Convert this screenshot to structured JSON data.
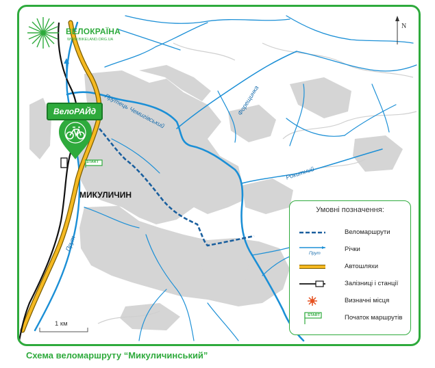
{
  "map": {
    "logo_brand": "ВЕЛОКРАЇНА",
    "logo_url": "WWW.BIKELAND.ORG.UA",
    "badge": "ВелоРАЙд",
    "town": "МИКУЛИЧИН",
    "north": "N",
    "scale": "1 км",
    "start_label": "START",
    "rivers": [
      {
        "id": "prutets",
        "label": "Прутець Чемигівський"
      },
      {
        "id": "foreshchynka",
        "label": "Форещинка"
      },
      {
        "id": "rokytnyi",
        "label": "Рокитний"
      },
      {
        "id": "prut",
        "label": "Прут"
      }
    ]
  },
  "legend": {
    "title": "Умовні позначення:",
    "items": [
      {
        "label": "Веломаршрути",
        "icon": "dashed-route"
      },
      {
        "label": "Річки",
        "icon": "river",
        "sample": "Прут"
      },
      {
        "label": "Автошляхи",
        "icon": "road"
      },
      {
        "label": "Залізниці і станції",
        "icon": "railway"
      },
      {
        "label": "Визначні місця",
        "icon": "sight-star"
      },
      {
        "label": "Початок маршрутів",
        "icon": "start-flag",
        "sample": "START"
      }
    ]
  },
  "caption": "Схема веломаршруту “Микуличинський”",
  "colors": {
    "frame": "#2eaa3c",
    "river": "#1b8fd6",
    "road": "#f5b921",
    "route": "#1a5f9e",
    "settlement": "#d4d4d4",
    "rail": "#111111"
  }
}
